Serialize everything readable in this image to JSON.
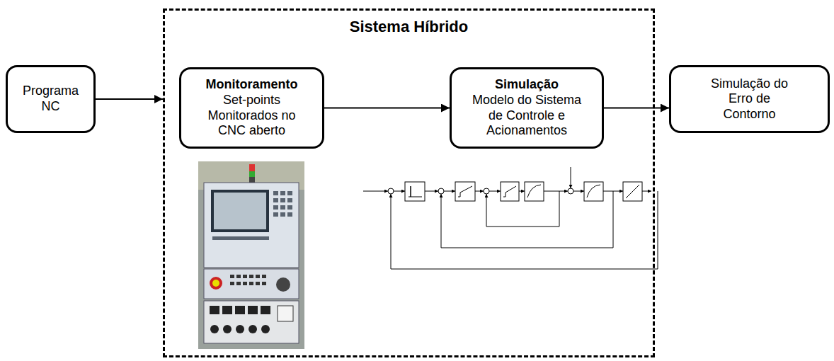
{
  "diagram": {
    "nodes": [
      {
        "text": [
          "Programa NC"
        ]
      },
      {
        "text": [
          "Sistema Híbrido"
        ]
      },
      {
        "text": [
          "Monitoramento",
          "Set-points Monitorados no CNC aberto"
        ],
        "in": 1
      },
      {
        "text": [
          "Simulação",
          "Modelo do Sistema de Controle e Acionamentos"
        ],
        "in": 1
      },
      {
        "text": [
          "Simulação do Erro de Contorno"
        ]
      }
    ],
    "edges": [
      {
        "from": 0,
        "to": 1,
        "arrow": "to"
      },
      {
        "from": 2,
        "to": 3,
        "arrow": "to"
      },
      {
        "from": 3,
        "to": 4,
        "arrow": "to"
      }
    ]
  }
}
